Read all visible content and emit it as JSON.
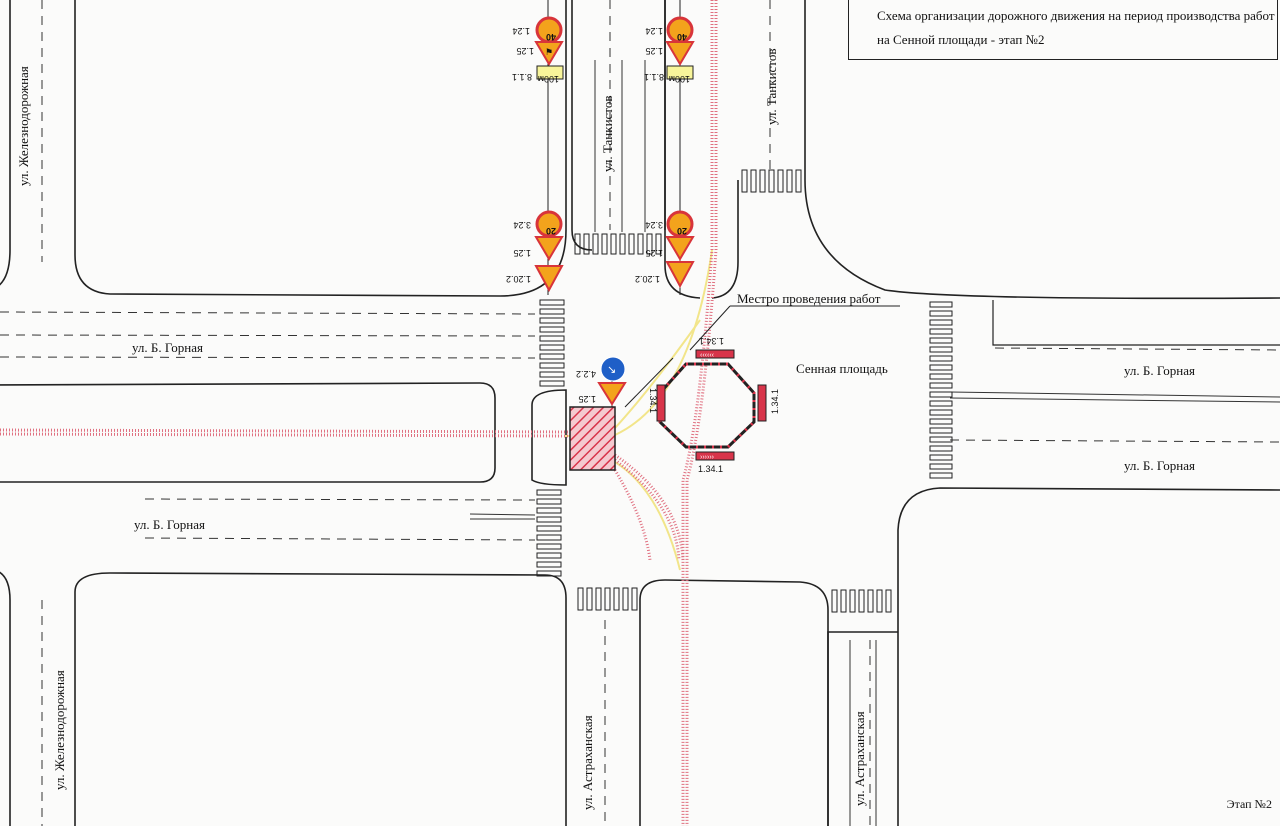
{
  "title": "Схема организации дорожного движения на период производства работ на Сенной площади - этап №2",
  "stage_label": "Этап №2",
  "streets": {
    "zheleznodorozhnaya": "ул. Железнодорожная",
    "tankistov": "ул. Танкистов",
    "b_gornaya": "ул. Б. Горная",
    "astrakhanskaya": "ул. Астраханская"
  },
  "places": {
    "sennaya": "Сенная площадь",
    "work_site": "Местро проведения работ"
  },
  "signs": {
    "speed_40": "40",
    "speed_20": "20",
    "dist_100m": "100м",
    "code_124": "1.24",
    "code_125": "1.25",
    "code_1202": "1.20.2",
    "code_811": "8.1.1",
    "code_324": "3.24",
    "code_422": "4.2.2",
    "code_1341": "1.34.1"
  },
  "colors": {
    "tram_line": "#e07080",
    "detour_line": "#f2e58a",
    "sign_orange": "#f3a31c",
    "sign_red": "#d8343a",
    "sign_blue": "#1f5fc7",
    "work_zone": "#d8344a"
  }
}
